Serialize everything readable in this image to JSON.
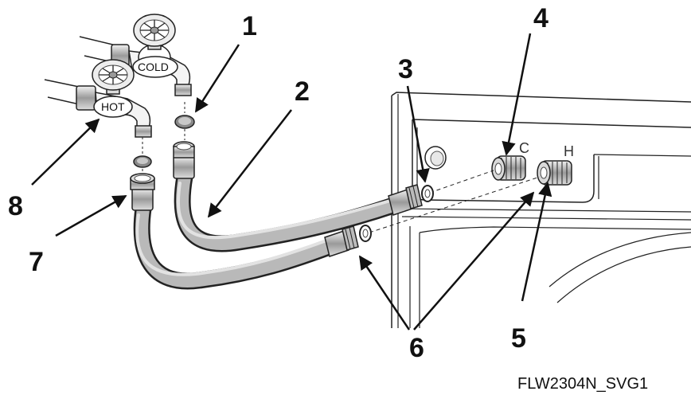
{
  "tap_labels": {
    "cold": "COLD",
    "hot": "HOT"
  },
  "port_labels": {
    "cold": "C",
    "hot": "H"
  },
  "callouts": {
    "n1": "1",
    "n2": "2",
    "n3": "3",
    "n4": "4",
    "n5": "5",
    "n6": "6",
    "n7": "7",
    "n8": "8"
  },
  "caption": "FLW2304N_SVG1"
}
